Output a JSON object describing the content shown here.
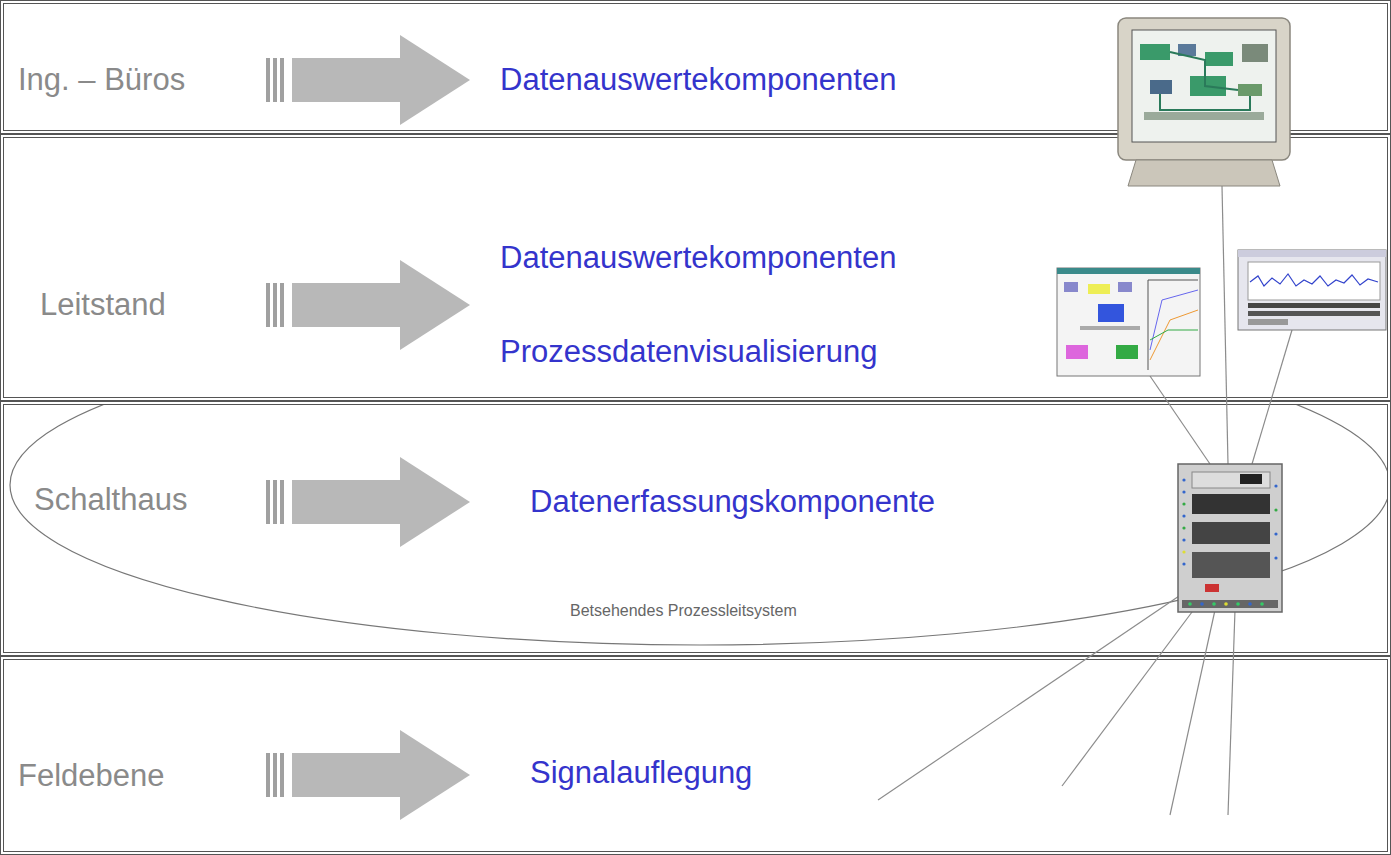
{
  "diagram": {
    "nodes": [
      {
        "text": [
          "Ing. – Büros",
          "Datenauswertekomponenten"
        ]
      },
      {
        "text": [
          "Leitstand",
          "Datenauswertekomponenten",
          "Prozessdatenvisualisierung"
        ]
      },
      {
        "text": [
          "Schalthaus",
          "Datenerfassungskomponente"
        ]
      },
      {
        "text": [
          "Betsehendes Prozessleitsystem"
        ],
        "in": 2
      },
      {
        "text": [
          "Feldebene",
          "Signalauflegung"
        ]
      }
    ]
  }
}
